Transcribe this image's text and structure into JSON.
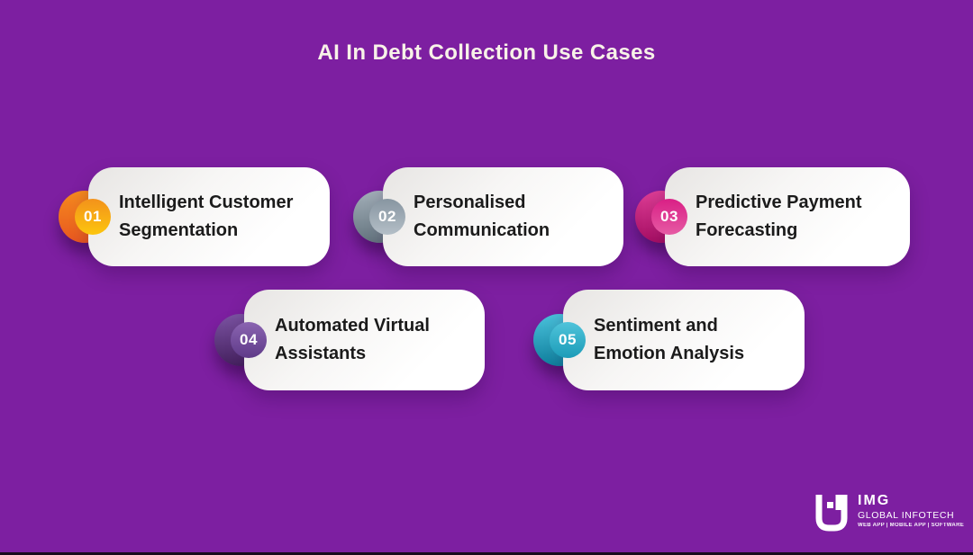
{
  "page": {
    "title": "AI In Debt Collection Use Cases",
    "background_color": "#7D1FA1",
    "title_color": "#F8F2E8",
    "card_text_color": "#1B1B1B"
  },
  "cards": [
    {
      "number": "01",
      "lines": [
        "Intelligent Customer",
        "Segmentation"
      ],
      "badge_colors": {
        "inner_top": "#F3921B",
        "inner_bottom": "#FCC50E",
        "outer_top": "#F58A1E",
        "outer_bottom": "#E85720"
      }
    },
    {
      "number": "02",
      "lines": [
        "Personalised",
        "Communication"
      ],
      "badge_colors": {
        "inner_top": "#8795A1",
        "inner_bottom": "#B4BFC7",
        "outer_top": "#A3AFB9",
        "outer_bottom": "#64757F"
      }
    },
    {
      "number": "03",
      "lines": [
        "Predictive Payment",
        "Forecasting"
      ],
      "badge_colors": {
        "inner_top": "#D91F85",
        "inner_bottom": "#E65BA4",
        "outer_top": "#DD3D95",
        "outer_bottom": "#A50E63"
      }
    },
    {
      "number": "04",
      "lines": [
        "Automated Virtual",
        "Assistants"
      ],
      "badge_colors": {
        "inner_top": "#8A64B1",
        "inner_bottom": "#5F3A89",
        "outer_top": "#7B53A2",
        "outer_bottom": "#45215F"
      }
    },
    {
      "number": "05",
      "lines": [
        "Sentiment and",
        "Emotion Analysis"
      ],
      "badge_colors": {
        "inner_top": "#4FC3DA",
        "inner_bottom": "#1C9CB8",
        "outer_top": "#4AC1DB",
        "outer_bottom": "#0F7F9D"
      }
    }
  ],
  "logo": {
    "name": "IMG",
    "subtitle": "GLOBAL INFOTECH",
    "tagline": "WEB APP | MOBILE APP | SOFTWARE"
  }
}
